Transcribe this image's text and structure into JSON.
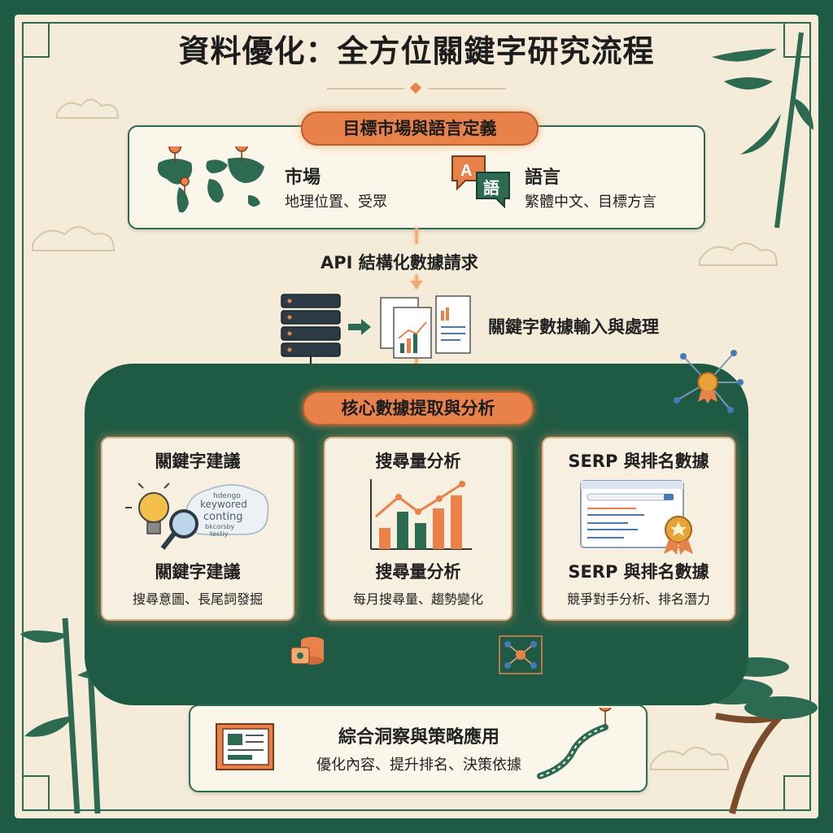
{
  "title": "資料優化：全方位關鍵字研究流程",
  "section1": {
    "pill": "目標市場與語言定義",
    "market": {
      "title": "市場",
      "desc": "地理位置、受眾"
    },
    "language": {
      "title": "語言",
      "desc": "繁體中文、目標方言",
      "icon_char_a": "A",
      "icon_char_b": "語"
    }
  },
  "api_label": "API 結構化數據請求",
  "input_label": "關鍵字數據輸入與處理",
  "core_pill": "核心數據提取與分析",
  "cards": [
    {
      "title": "關鍵字建議",
      "heading": "關鍵字建議",
      "desc": "搜尋意圖、長尾詞發掘",
      "cloud_words": [
        "hdengo",
        "keywored",
        "conting",
        "bkcorsby",
        "testiy"
      ]
    },
    {
      "title": "搜尋量分析",
      "heading": "搜尋量分析",
      "desc": "每月搜尋量、趨勢變化"
    },
    {
      "title": "SERP 與排名數據",
      "heading": "SERP 與排名數據",
      "desc": "競爭對手分析、排名潛力"
    }
  ],
  "final": {
    "title": "綜合洞察與策略應用",
    "desc": "優化內容、提升排名、決策依據"
  },
  "colors": {
    "green": "#1f5a44",
    "orange": "#e9824a",
    "cream": "#f4ecd9"
  }
}
